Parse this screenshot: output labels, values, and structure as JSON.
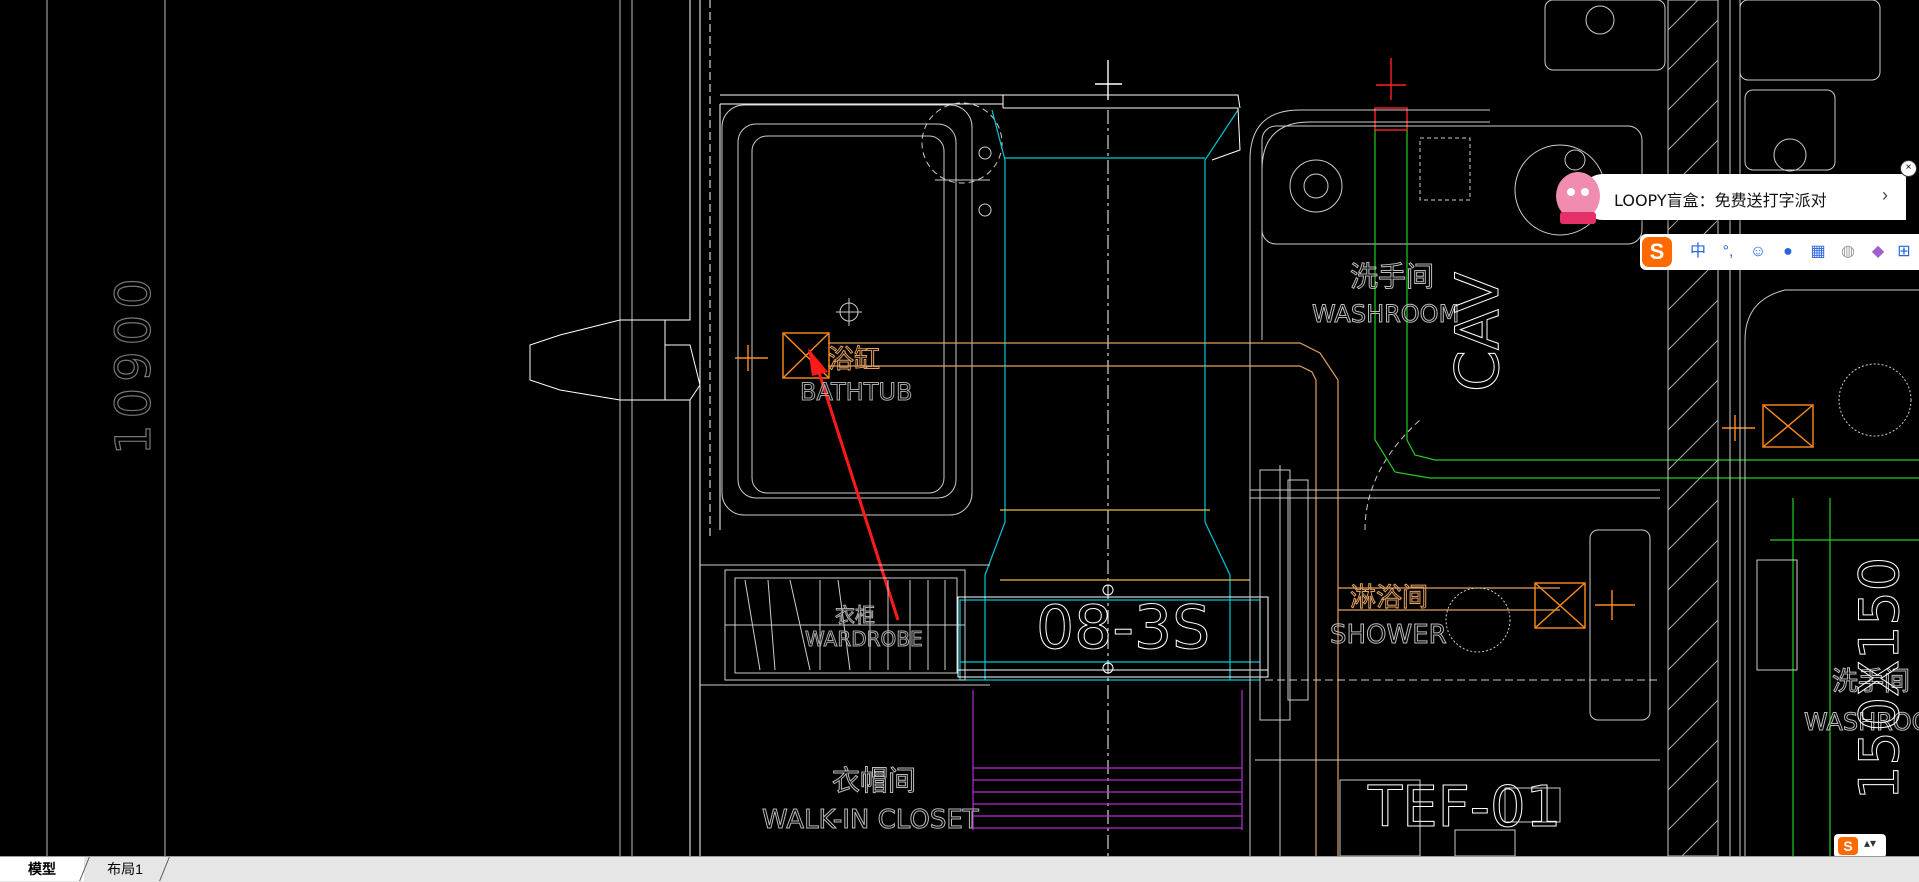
{
  "drawing": {
    "dimension_text": "10900",
    "unit_code": "08-3S",
    "unit_code_2": "TEF-01",
    "side_label": "150X150",
    "cav_label": "CAV",
    "rooms": {
      "bathtub_cn": "浴缸",
      "bathtub_en": "BATHTUB",
      "wardrobe_cn": "衣柜",
      "wardrobe_en": "WARDROBE",
      "washroom_cn": "洗手间",
      "washroom_en": "WASHROOM",
      "shower_cn": "淋浴间",
      "shower_en": "SHOWER",
      "closet_cn": "衣帽间",
      "closet_en": "WALK-IN CLOSET",
      "washroom2_cn": "洗手间",
      "washroom2_en": "WASHROO"
    }
  },
  "tabs": [
    "模型",
    "布局1"
  ],
  "notification": {
    "text": "LOOPY盲盒：免费送打字派对",
    "chevron": "›",
    "close": "×"
  },
  "ime_toolbar": {
    "logo": "S",
    "mode": "中",
    "punct": "°,",
    "icons": [
      "smile-icon",
      "mic-icon",
      "keyboard-icon",
      "user-icon",
      "shirt-icon",
      "grid-icon"
    ]
  },
  "colors": {
    "background": "#000000",
    "wall": "#ffffff",
    "cyan": "#00c8d8",
    "orange": "#ff8c1a",
    "green": "#22cc22",
    "magenta": "#b030d0",
    "red": "#ff2020",
    "yellow": "#e0c040",
    "tan": "#e0a060"
  }
}
